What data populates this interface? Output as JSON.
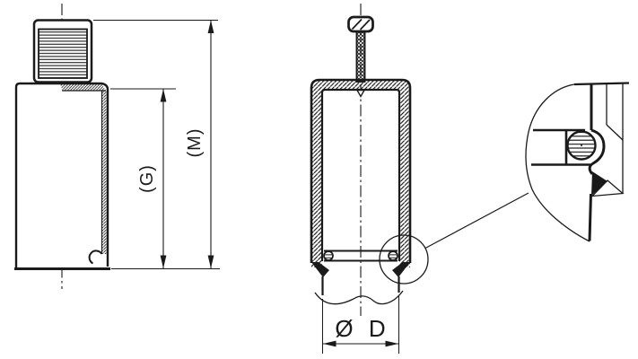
{
  "colors": {
    "line": "#1a1a1a",
    "background": "#ffffff"
  },
  "dimensions": {
    "g_label": "(G)",
    "m_label": "(M)",
    "d_label": "Ø D"
  },
  "views": {
    "left": "knurled-cap-side-view",
    "center": "cap-cross-section-view",
    "right": "retaining-ring-detail-view"
  }
}
